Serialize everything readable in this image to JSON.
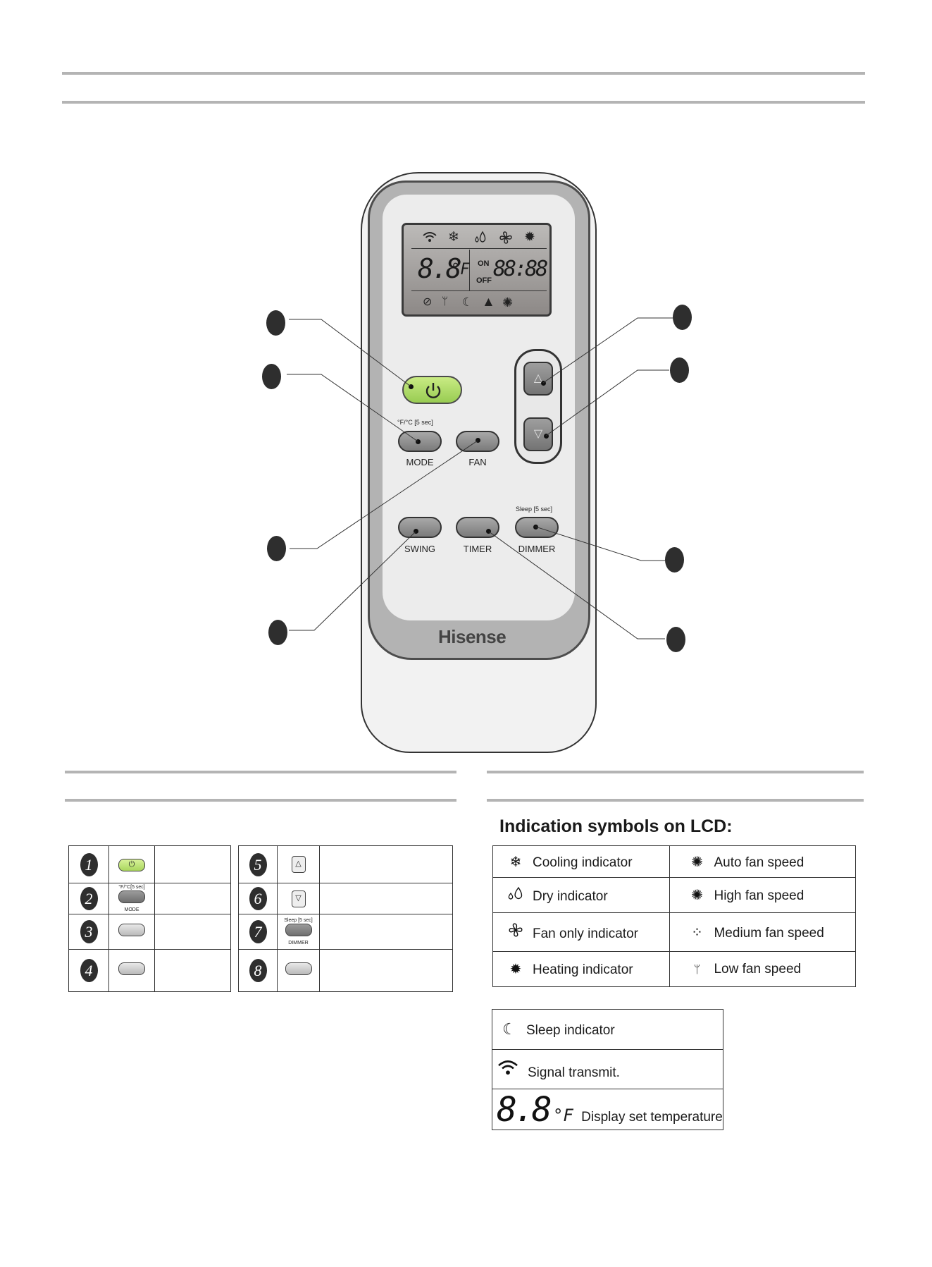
{
  "remote": {
    "brand": "Hisense",
    "lcd": {
      "temp_digits": "8.8",
      "temp_unit": "°F",
      "on_label": "ON",
      "off_label": "OFF",
      "timer_digits": "88:88"
    },
    "buttons": {
      "mode_top": "°F/°C [5 sec]",
      "mode": "MODE",
      "fan": "FAN",
      "swing": "SWING",
      "timer": "TIMER",
      "dimmer_top": "Sleep [5 sec]",
      "dimmer": "DIMMER",
      "up_glyph": "△",
      "down_glyph": "▽"
    }
  },
  "key_table": {
    "rows": [
      {
        "left_num": "1",
        "right_num": "5"
      },
      {
        "left_num": "2",
        "right_num": "6",
        "left_small_top": "°F/°C[5 sec]",
        "left_small_bottom": "MODE"
      },
      {
        "left_num": "3",
        "right_num": "7",
        "right_small_top": "Sleep [5 sec]",
        "right_small_bottom": "DIMMER"
      },
      {
        "left_num": "4",
        "right_num": "8"
      }
    ]
  },
  "indicators": {
    "title": "Indication symbols on LCD:",
    "rows": [
      {
        "left_icon": "snowflake-icon",
        "left": "Cooling indicator",
        "right_icon": "auto-fan-icon",
        "right": "Auto fan speed"
      },
      {
        "left_icon": "drops-icon",
        "left": "Dry indicator",
        "right_icon": "high-fan-icon",
        "right": "High fan speed"
      },
      {
        "left_icon": "fan-icon",
        "left": "Fan only indicator",
        "right_icon": "medium-fan-icon",
        "right": "Medium fan speed"
      },
      {
        "left_icon": "sun-icon",
        "left": "Heating indicator",
        "right_icon": "low-fan-icon",
        "right": "Low fan speed"
      }
    ],
    "extra": [
      {
        "icon": "sleep-icon",
        "label": "Sleep indicator"
      },
      {
        "icon": "signal-icon",
        "label": "Signal transmit."
      },
      {
        "icon": "temp-digits",
        "digits": "8.8",
        "unit": "°F",
        "label": "Display set temperature"
      }
    ]
  }
}
